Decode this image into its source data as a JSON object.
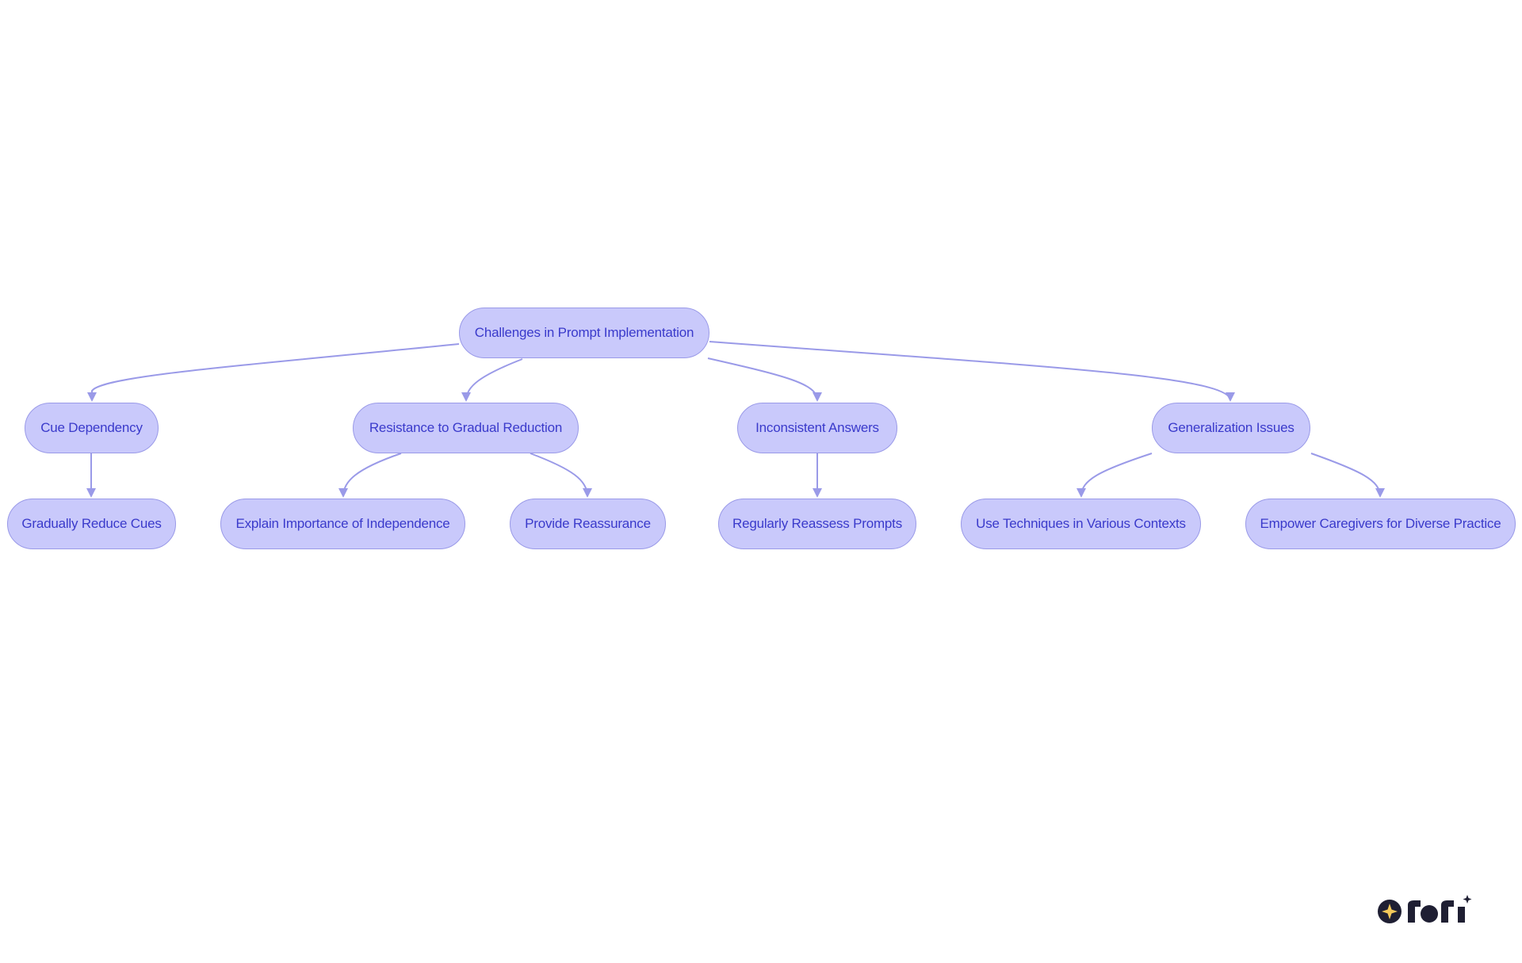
{
  "diagram": {
    "root": {
      "label": "Challenges in Prompt Implementation"
    },
    "branches": [
      {
        "label": "Cue Dependency",
        "children": [
          {
            "label": "Gradually Reduce Cues"
          }
        ]
      },
      {
        "label": "Resistance to Gradual Reduction",
        "children": [
          {
            "label": "Explain Importance of Independence"
          },
          {
            "label": "Provide Reassurance"
          }
        ]
      },
      {
        "label": "Inconsistent Answers",
        "children": [
          {
            "label": "Regularly Reassess Prompts"
          }
        ]
      },
      {
        "label": "Generalization Issues",
        "children": [
          {
            "label": "Use Techniques in Various Contexts"
          },
          {
            "label": "Empower Caregivers for Diverse Practice"
          }
        ]
      }
    ]
  },
  "colors": {
    "node_fill": "#c9c9fb",
    "node_border": "#9a9ae8",
    "node_text": "#3a3acb",
    "edge": "#9a9ae8",
    "logo_dark": "#1f1f33",
    "logo_accent": "#f4c85a"
  },
  "logo": {
    "icon": "rori-logo-icon"
  }
}
